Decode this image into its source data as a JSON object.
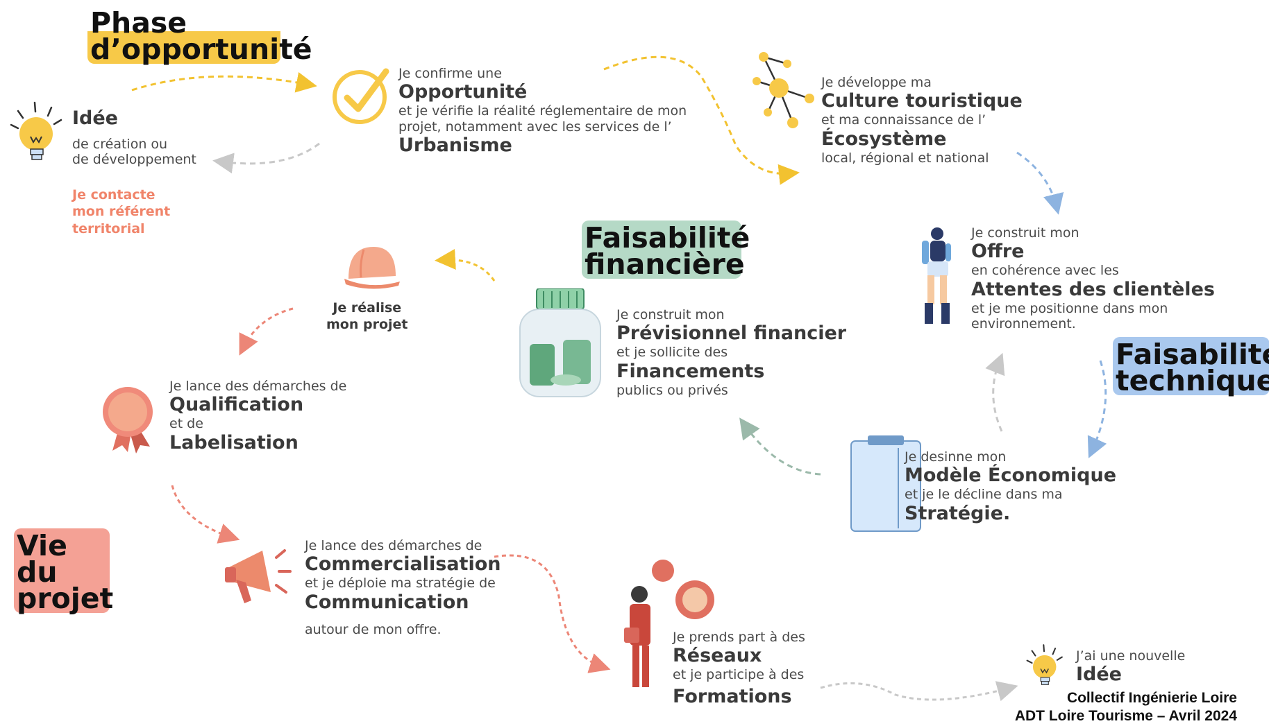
{
  "phases": {
    "opportunite": "Phase d’opportunité",
    "faisabilite_financiere": "Faisabilité financière",
    "faisabilite_technique": "Faisabilité technique",
    "vie_du_projet": "Vie du projet"
  },
  "idee": {
    "title": "Idée",
    "line1": "de création ou",
    "line2": "de développement",
    "contact1": "Je contacte",
    "contact2": "mon référent",
    "contact3": "territorial"
  },
  "opportunite": {
    "intro": "Je confirme une",
    "title": "Opportunité",
    "line1": "et je vérifie la réalité réglementaire de mon",
    "line2": "projet, notamment avec les services de l’",
    "title2": "Urbanisme"
  },
  "culture": {
    "intro": "Je développe ma",
    "title": "Culture touristique",
    "line1": "et ma connaissance de l’",
    "title2": "Écosystème",
    "line2": "local, régional et national"
  },
  "offre": {
    "intro": "Je construit mon",
    "title": "Offre",
    "line1": "en cohérence avec les",
    "title2": "Attentes des clientèles",
    "line2": "et je me positionne dans mon",
    "line3": "environnement."
  },
  "previsionnel": {
    "intro": "Je construit mon",
    "title": "Prévisionnel financier",
    "line1": "et je sollicite des",
    "title2": "Financements",
    "line2": "publics ou privés"
  },
  "modele": {
    "intro": "Je desinne mon",
    "title": "Modèle Économique",
    "line1": "et je le décline dans ma",
    "title2": "Stratégie."
  },
  "realise": {
    "line1": "Je réalise",
    "line2": "mon projet"
  },
  "qualification": {
    "intro": "Je lance des démarches de",
    "title": "Qualification",
    "line1": "et de",
    "title2": "Labelisation"
  },
  "commercialisation": {
    "intro": "Je lance des démarches de",
    "title": "Commercialisation",
    "line1": "et je déploie ma stratégie de",
    "title2": "Communication",
    "line2": "autour de mon offre."
  },
  "reseaux": {
    "intro": "Je prends part à des",
    "title": "Réseaux",
    "line1": "et je participe à des",
    "title2": "Formations"
  },
  "nouvelle_idee": {
    "intro": "J’ai une nouvelle",
    "title": "Idée"
  },
  "credit": {
    "line1": "Collectif Ingénierie Loire",
    "line2": "ADT Loire Tourisme – Avril 2024"
  },
  "colors": {
    "yellow": "#f7c948",
    "orange_contact": "#f0846a",
    "green_phase": "#b5d9c6",
    "blue_phase": "#a9c8ee",
    "pink_phase": "#f4a195",
    "arrow_yellow": "#f2c230",
    "arrow_grey": "#c8c8c8",
    "arrow_blue": "#8db3e0",
    "arrow_green": "#9bb9aa",
    "arrow_red": "#ec8677"
  }
}
